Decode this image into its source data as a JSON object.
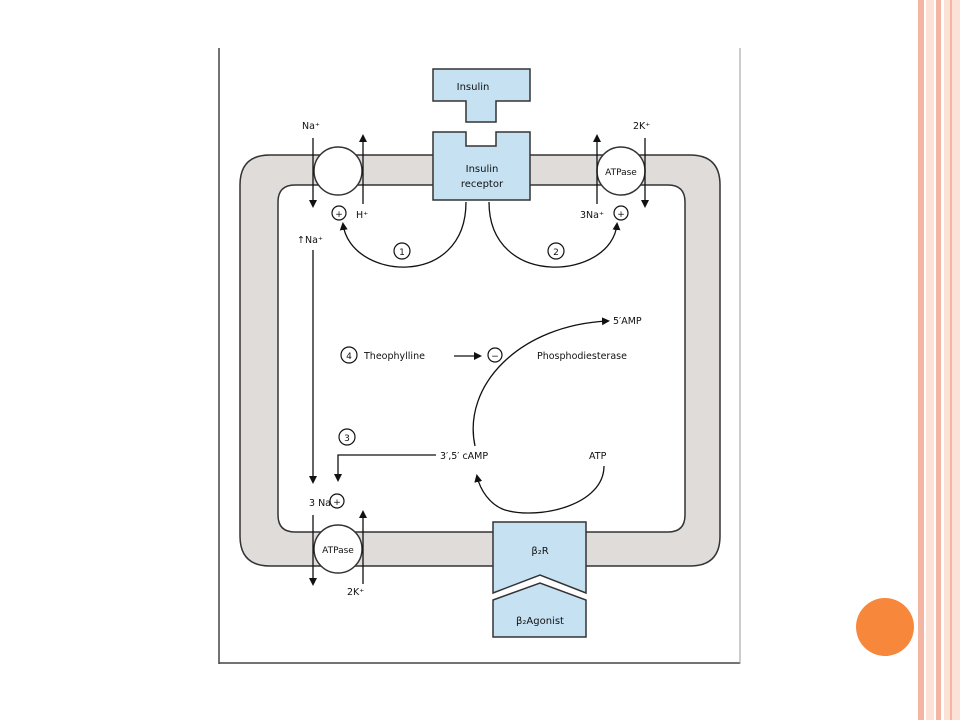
{
  "slide": {
    "colors": {
      "stripe": "#f4b6a2",
      "stripe_light": "#fbe1d6",
      "accent_dot": "#f7883b",
      "cell_band": "#e0dcda",
      "receptor_fill": "#c6e1f1"
    }
  },
  "diagram": {
    "insulin": "Insulin",
    "insulin_receptor_line1": "Insulin",
    "insulin_receptor_line2": "receptor",
    "na_top_left": "Na⁺",
    "h_plus": "H⁺",
    "k_top_right": "2K⁺",
    "atpase_top": "ATPase",
    "na3_top_right": "3Na⁺",
    "up_na": "↑Na⁺",
    "step1": "1",
    "step2": "2",
    "step3": "3",
    "step4": "4",
    "theophylline": "Theophylline",
    "phosphodiesterase": "Phosphodiesterase",
    "five_amp": "5′AMP",
    "camp": "3′,5′ cAMP",
    "atp": "ATP",
    "na3_bottom": "3 Na⁺",
    "atpase_bottom": "ATPase",
    "k_bottom": "2K⁺",
    "beta2r": "β₂R",
    "beta2_agonist": "β₂Agonist",
    "plus": "+",
    "minus": "−"
  }
}
